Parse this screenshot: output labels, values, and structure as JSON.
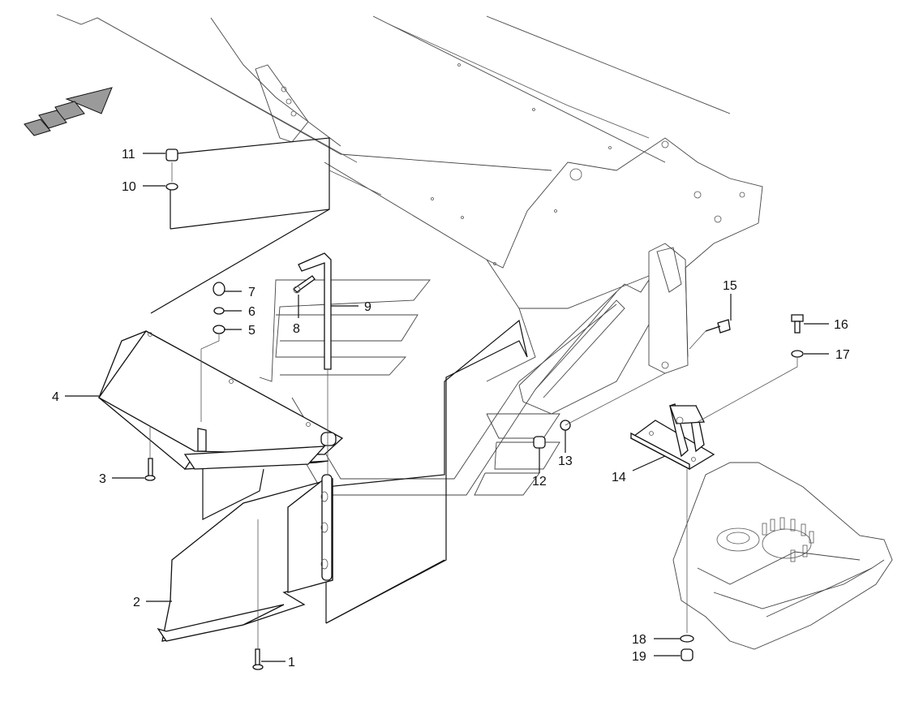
{
  "callouts": [
    {
      "id": "c1",
      "text": "1"
    },
    {
      "id": "c2",
      "text": "2"
    },
    {
      "id": "c3",
      "text": "3"
    },
    {
      "id": "c4",
      "text": "4"
    },
    {
      "id": "c5",
      "text": "5"
    },
    {
      "id": "c6",
      "text": "6"
    },
    {
      "id": "c7",
      "text": "7"
    },
    {
      "id": "c8",
      "text": "8"
    },
    {
      "id": "c9",
      "text": "9"
    },
    {
      "id": "c10",
      "text": "10"
    },
    {
      "id": "c11",
      "text": "11"
    },
    {
      "id": "c12",
      "text": "12"
    },
    {
      "id": "c13",
      "text": "13"
    },
    {
      "id": "c14",
      "text": "14"
    },
    {
      "id": "c15",
      "text": "15"
    },
    {
      "id": "c16",
      "text": "16"
    },
    {
      "id": "c17",
      "text": "17"
    },
    {
      "id": "c18",
      "text": "18"
    },
    {
      "id": "c19",
      "text": "19"
    }
  ],
  "direction_arrow": {
    "icon": "travel-direction-arrow-icon",
    "fill": "#9a9a9a"
  },
  "colors": {
    "line": "#111111",
    "background": "#ffffff"
  }
}
